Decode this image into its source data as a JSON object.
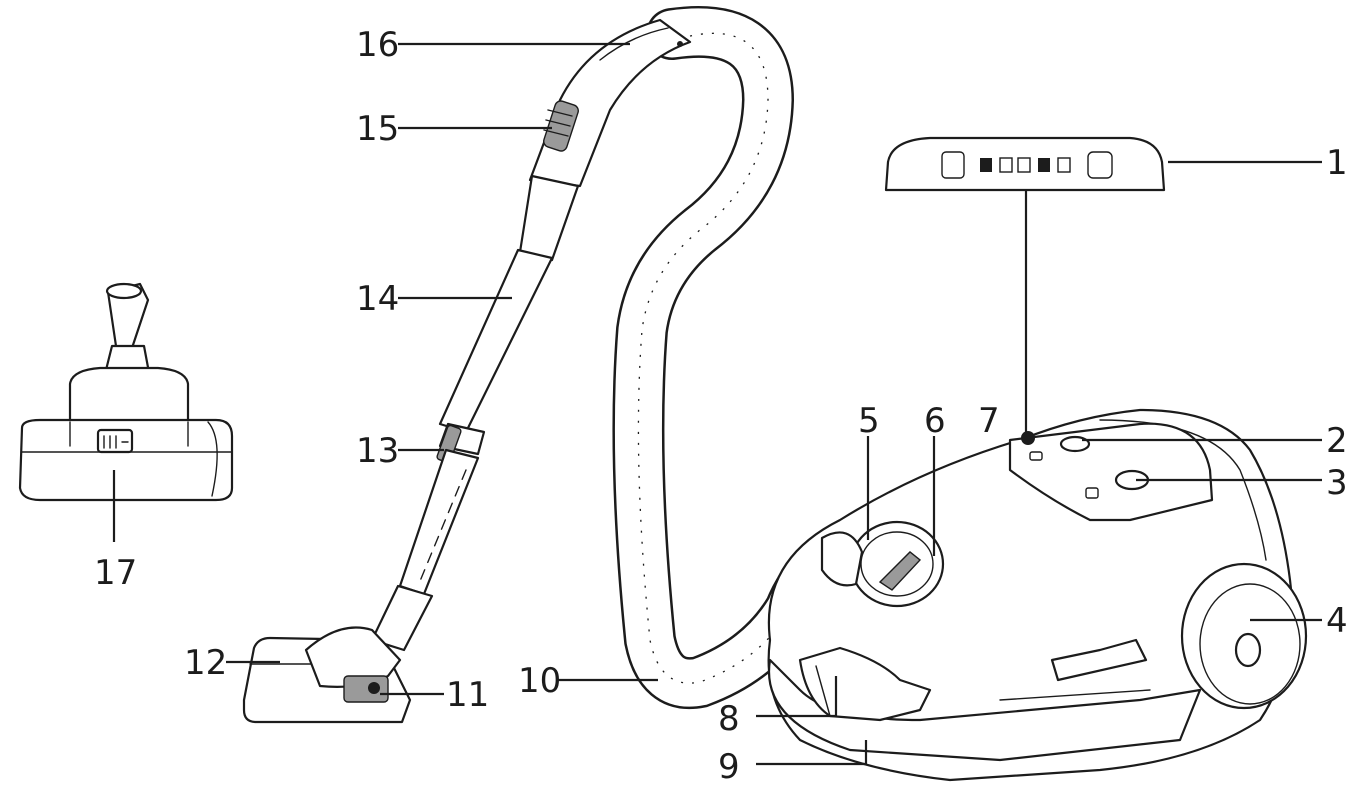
{
  "diagram": {
    "subject": "canister vacuum cleaner parts diagram",
    "callouts": [
      {
        "id": "1",
        "label": "1"
      },
      {
        "id": "2",
        "label": "2"
      },
      {
        "id": "3",
        "label": "3"
      },
      {
        "id": "4",
        "label": "4"
      },
      {
        "id": "5",
        "label": "5"
      },
      {
        "id": "6",
        "label": "6"
      },
      {
        "id": "7",
        "label": "7"
      },
      {
        "id": "8",
        "label": "8"
      },
      {
        "id": "9",
        "label": "9"
      },
      {
        "id": "10",
        "label": "10"
      },
      {
        "id": "11",
        "label": "11"
      },
      {
        "id": "12",
        "label": "12"
      },
      {
        "id": "13",
        "label": "13"
      },
      {
        "id": "14",
        "label": "14"
      },
      {
        "id": "15",
        "label": "15"
      },
      {
        "id": "16",
        "label": "16"
      },
      {
        "id": "17",
        "label": "17"
      }
    ],
    "colors": {
      "line": "#1c1c1c",
      "background": "#ffffff"
    }
  }
}
